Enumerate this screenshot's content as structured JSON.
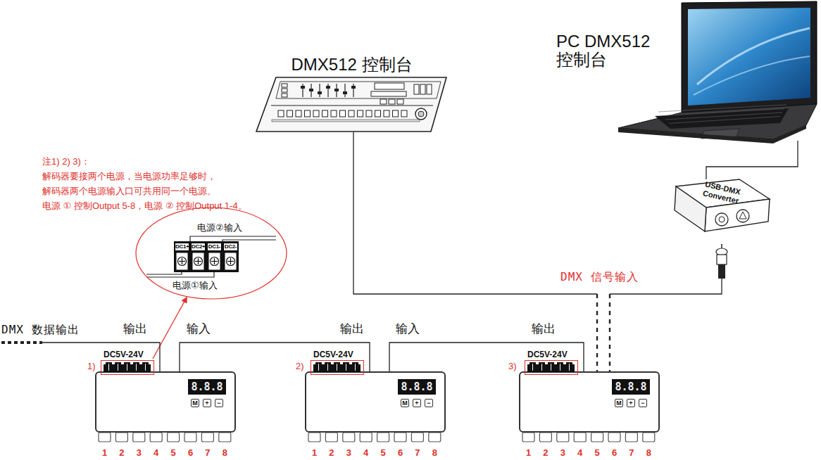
{
  "diagram": {
    "nodes": [
      {
        "text": [
          "DMX512 控制台"
        ]
      },
      {
        "text": [
          "PC DMX512 控制台"
        ]
      },
      {
        "text": [
          "USB-DMX Converter"
        ]
      },
      {
        "text": [
          "DC5V-24V",
          "8.8.8",
          "M",
          "+",
          "−"
        ]
      },
      {
        "text": [
          "DC5V-24V",
          "8.8.8",
          "M",
          "+",
          "−"
        ]
      },
      {
        "text": [
          "DC5V-24V",
          "8.8.8",
          "M",
          "+",
          "−"
        ]
      },
      {
        "text": [
          "电源②输入",
          "电源①输入"
        ]
      },
      {
        "text": [
          "DC1+",
          "DC2+",
          "DC1-",
          "DC2-"
        ],
        "in": 6
      }
    ],
    "edges": [
      {
        "from": 1,
        "to": 2,
        "arrow": "none"
      },
      {
        "from": 0,
        "to": 5,
        "arrow": "none"
      },
      {
        "from": 2,
        "to": 5,
        "arrow": "none"
      },
      {
        "from": 5,
        "to": 4,
        "arrow": "none"
      },
      {
        "from": 4,
        "to": 3,
        "arrow": "none"
      },
      {
        "from": 3,
        "to": 6,
        "arrow": "to"
      }
    ],
    "labels": [
      "注1) 2) 3)：",
      "解码器要接两个电源，当电源功率足够时，",
      "解码器两个电源输入口可共用同一个电源。",
      "电源 ① 控制Output 5-8，电源 ② 控制Output 1-4。",
      "DMX 信号输入",
      "DMX 数据输出",
      "输出",
      "输入",
      "输出",
      "输入",
      "输出",
      "1)",
      "2)",
      "3)",
      "1",
      "2",
      "3",
      "4",
      "5",
      "6",
      "7",
      "8",
      "1",
      "2",
      "3",
      "4",
      "5",
      "6",
      "7",
      "8",
      "1",
      "2",
      "3",
      "4",
      "5",
      "6",
      "7",
      "8"
    ]
  }
}
